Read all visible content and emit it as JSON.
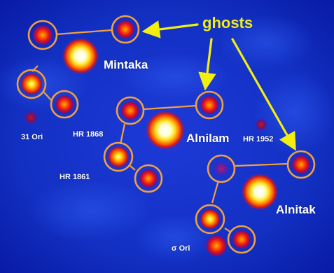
{
  "annotation": {
    "ghosts_label": "ghosts"
  },
  "stars": {
    "mintaka": "Mintaka",
    "alnilam": "Alnilam",
    "alnitak": "Alnitak",
    "ori31": "31 Ori",
    "hr1868": "HR 1868",
    "hr1861": "HR 1861",
    "hr1952": "HR 1952",
    "sigma_ori": "σ Ori"
  },
  "colors": {
    "background": "#0a1ea8",
    "ghost_ring": "#f0a040",
    "arrow": "#f2ee10",
    "label": "#ffffff"
  }
}
